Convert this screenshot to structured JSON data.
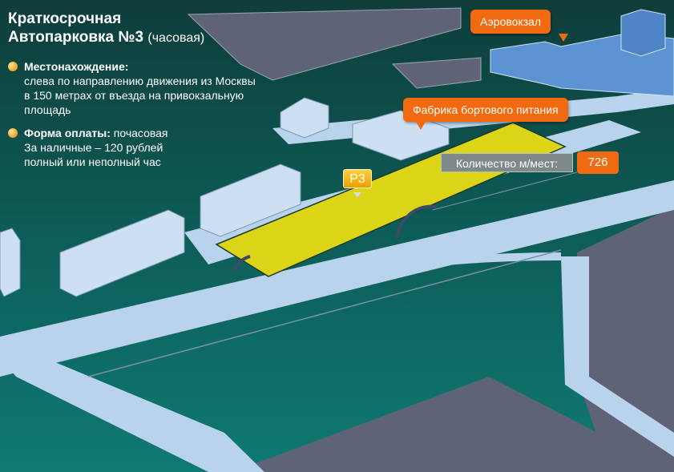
{
  "title": {
    "line1": "Краткосрочная",
    "line2": "Автопарковка №3",
    "suffix": "(часовая)"
  },
  "location": {
    "heading": "Местонахождение:",
    "lines": [
      "слева по направлению движения из Москвы",
      "в 150 метрах от въезда на привокзальную",
      "площадь"
    ]
  },
  "payment": {
    "heading": "Форма оплаты:",
    "heading_value": "почасовая",
    "lines": [
      "За наличные – 120 рублей",
      "полный или неполный час"
    ]
  },
  "labels": {
    "terminal": "Аэровокзал",
    "catering": "Фабрика бортового питания",
    "parking_marker": "P3",
    "capacity_label": "Количество м/мест:",
    "capacity_value": "726"
  },
  "colors": {
    "background": "#0d5a55",
    "road": "#b9d3ec",
    "parking": "#dcd416",
    "callout": "#f26a0f",
    "terminal": "#5b93d3",
    "field": "#5e6378"
  },
  "icons": {
    "bullet": "orange-dot-icon",
    "entry": "curved-arrow-icon"
  }
}
